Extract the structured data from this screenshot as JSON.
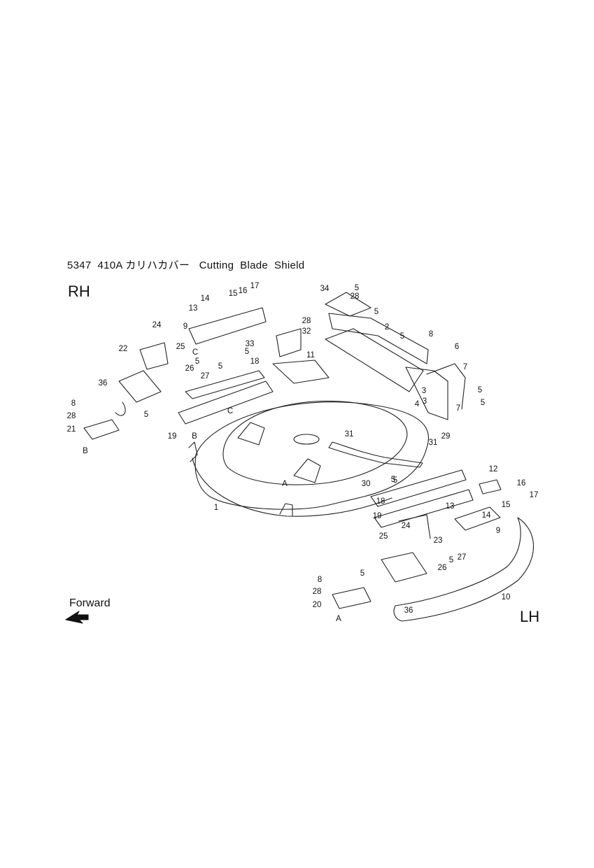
{
  "title": "5347  410A カリハカバー   Cutting  Blade  Shield",
  "side_labels": {
    "rh": "RH",
    "lh": "LH"
  },
  "forward_label": "Forward",
  "callouts": [
    {
      "n": "17"
    },
    {
      "n": "16"
    },
    {
      "n": "15"
    },
    {
      "n": "14"
    },
    {
      "n": "13"
    },
    {
      "n": "24"
    },
    {
      "n": "9"
    },
    {
      "n": "25"
    },
    {
      "n": "C"
    },
    {
      "n": "22"
    },
    {
      "n": "5"
    },
    {
      "n": "26"
    },
    {
      "n": "27"
    },
    {
      "n": "36"
    },
    {
      "n": "8"
    },
    {
      "n": "28"
    },
    {
      "n": "21"
    },
    {
      "n": "B"
    },
    {
      "n": "5"
    },
    {
      "n": "19"
    },
    {
      "n": "C"
    },
    {
      "n": "18"
    },
    {
      "n": "5"
    },
    {
      "n": "33"
    },
    {
      "n": "5"
    },
    {
      "n": "28"
    },
    {
      "n": "32"
    },
    {
      "n": "11"
    },
    {
      "n": "34"
    },
    {
      "n": "5"
    },
    {
      "n": "28"
    },
    {
      "n": "5"
    },
    {
      "n": "2"
    },
    {
      "n": "5"
    },
    {
      "n": "8"
    },
    {
      "n": "6"
    },
    {
      "n": "7"
    },
    {
      "n": "5"
    },
    {
      "n": "5"
    },
    {
      "n": "7"
    },
    {
      "n": "3"
    },
    {
      "n": "3"
    },
    {
      "n": "4"
    },
    {
      "n": "B"
    },
    {
      "n": "31"
    },
    {
      "n": "31"
    },
    {
      "n": "29"
    },
    {
      "n": "30"
    },
    {
      "n": "5"
    },
    {
      "n": "A"
    },
    {
      "n": "1"
    },
    {
      "n": "12"
    },
    {
      "n": "17"
    },
    {
      "n": "16"
    },
    {
      "n": "15"
    },
    {
      "n": "13"
    },
    {
      "n": "14"
    },
    {
      "n": "18"
    },
    {
      "n": "19"
    },
    {
      "n": "24"
    },
    {
      "n": "25"
    },
    {
      "n": "23"
    },
    {
      "n": "27"
    },
    {
      "n": "5"
    },
    {
      "n": "26"
    },
    {
      "n": "5"
    },
    {
      "n": "9"
    },
    {
      "n": "8"
    },
    {
      "n": "28"
    },
    {
      "n": "20"
    },
    {
      "n": "A"
    },
    {
      "n": "36"
    },
    {
      "n": "10"
    },
    {
      "n": "5"
    }
  ]
}
